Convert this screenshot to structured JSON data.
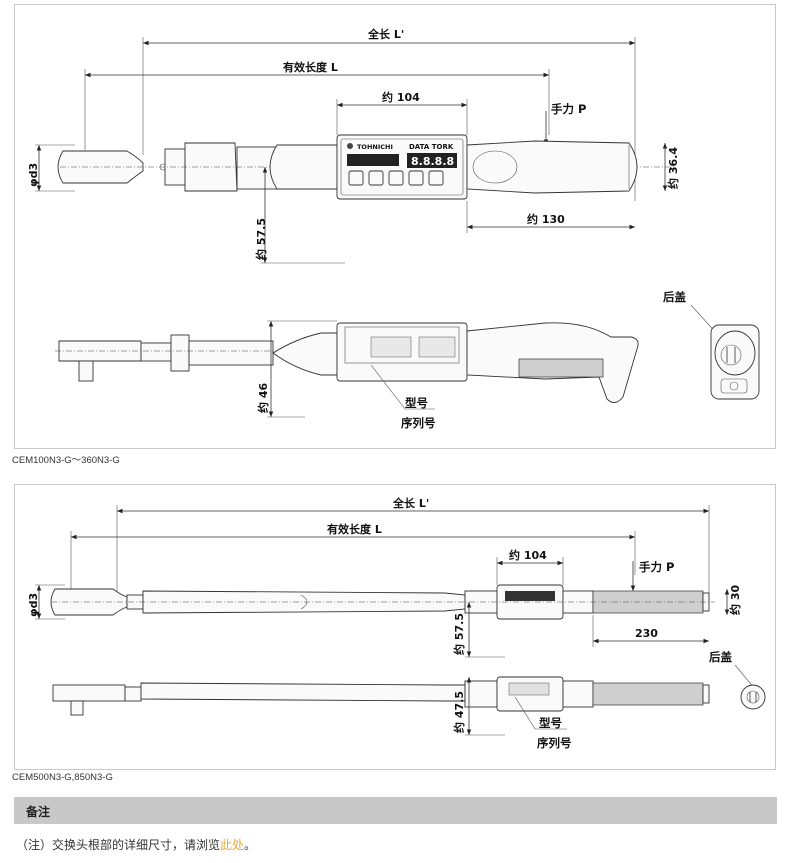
{
  "diagram1": {
    "dims": {
      "overall_length": "全长 L'",
      "effective_length": "有效长度 L",
      "width_104": "约 104",
      "hand_force": "手力 P",
      "head_dia": "φd3",
      "grip_height": "约 36.4",
      "grip_length": "约 130",
      "height_575": "约 57.5",
      "height_46": "约 46"
    },
    "labels": {
      "rear_cover": "后盖",
      "model_no": "型号",
      "serial_no": "序列号"
    },
    "display": {
      "brand": "TOHNICHI",
      "product": "DATA TORK",
      "digits": "8.8.8.8"
    },
    "caption": "CEM100N3-G～360N3-G"
  },
  "diagram2": {
    "dims": {
      "overall_length": "全长 L'",
      "effective_length": "有效长度 L",
      "width_104": "约 104",
      "hand_force": "手力 P",
      "head_dia": "φd3",
      "grip_height": "约 30",
      "grip_length": "230",
      "height_575": "约 57.5",
      "height_475": "约 47.5"
    },
    "labels": {
      "rear_cover": "后盖",
      "model_no": "型号",
      "serial_no": "序列号"
    },
    "caption": "CEM500N3-G,850N3-G"
  },
  "notes": {
    "title": "备注",
    "text": "（注）交换头根部的详细尺寸，请浏览",
    "link": "此处",
    "end": "。"
  }
}
